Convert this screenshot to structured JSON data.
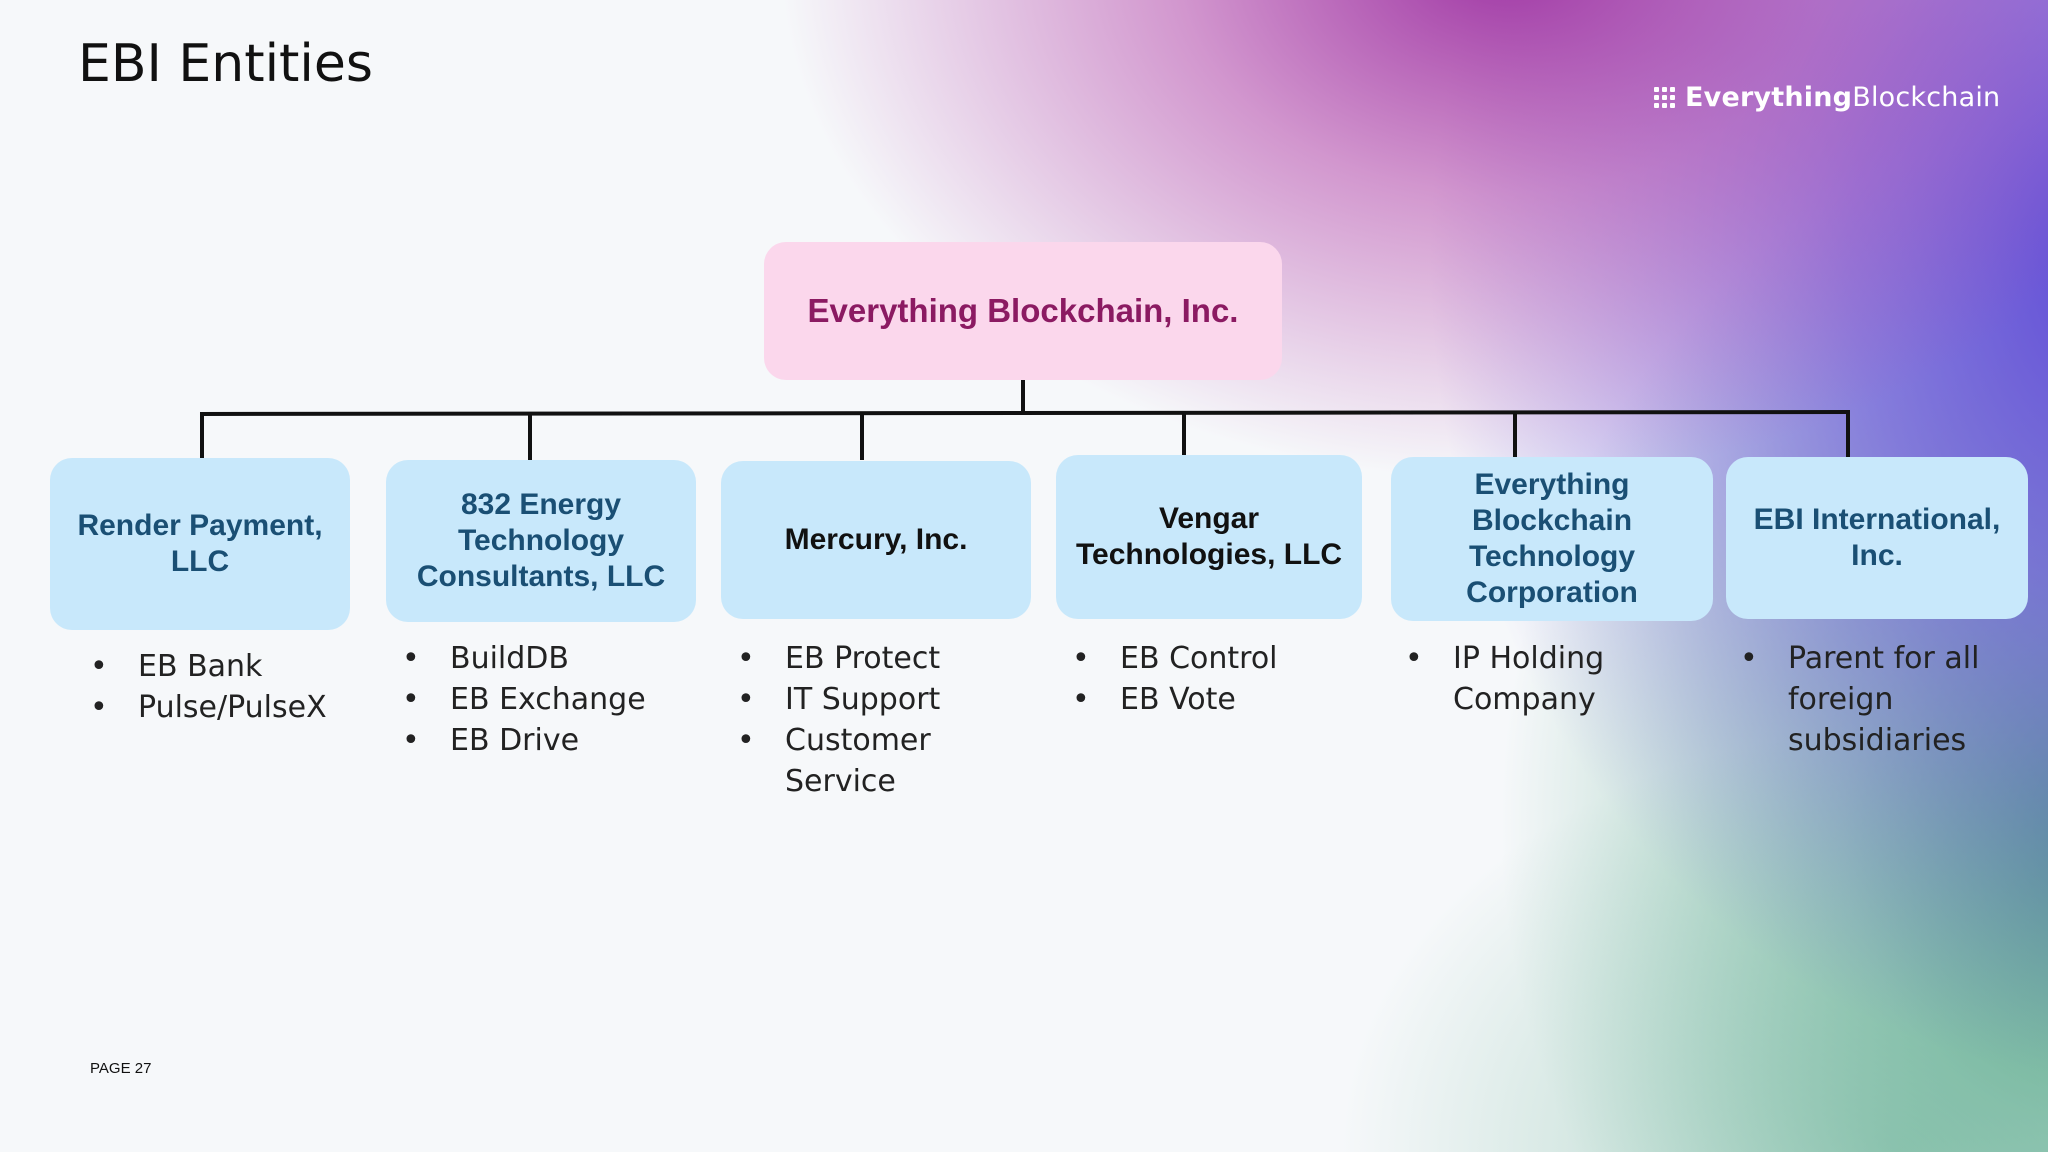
{
  "title": "EBI Entities",
  "logo": {
    "bold": "Everything",
    "light": "Blockchain"
  },
  "root": {
    "label": "Everything Blockchain, Inc."
  },
  "entities": [
    {
      "label": "Render Payment, LLC",
      "items": [
        "EB Bank",
        "Pulse/PulseX"
      ]
    },
    {
      "label": "832 Energy Technology Consultants, LLC",
      "items": [
        "BuildDB",
        "EB Exchange",
        "EB Drive"
      ]
    },
    {
      "label": "Mercury, Inc.",
      "items": [
        "EB Protect",
        "IT Support",
        "Customer Service"
      ]
    },
    {
      "label": "Vengar Technologies, LLC",
      "items": [
        "EB Control",
        "EB Vote"
      ]
    },
    {
      "label": "Everything Blockchain Technology Corporation",
      "items": [
        "IP Holding Company"
      ]
    },
    {
      "label": "EBI International, Inc.",
      "items": [
        "Parent for all foreign subsidiaries"
      ]
    }
  ],
  "footer": {
    "page": "PAGE 27"
  },
  "colors": {
    "root_fill": "#fbd7ec",
    "root_text": "#8b1a62",
    "entity_fill": "#c8e8fb",
    "entity_text": "#1a4f74",
    "connector": "#111111"
  }
}
